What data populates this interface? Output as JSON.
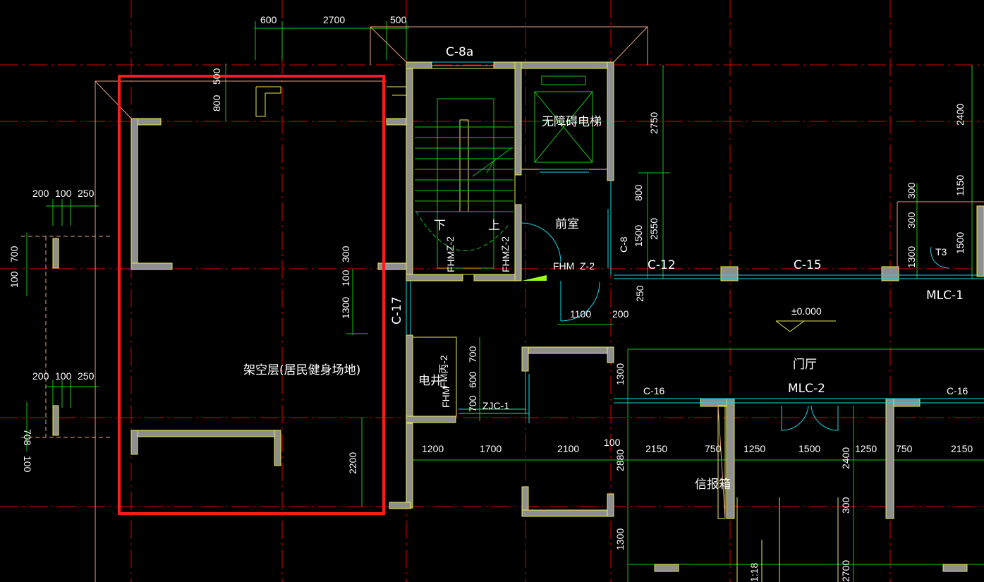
{
  "colors": {
    "background": "#000000",
    "axis": "#e00000",
    "wall": "#8f8f8f",
    "wall_edge": "#e8e85a",
    "dimension": "#17c317",
    "window": "#19d6e6",
    "roof": "#e6a08a",
    "highlight": "#ff1a1a"
  },
  "labels": {
    "window_c8a": "C-8a",
    "elevator": "无障碍电梯",
    "anteroom": "前室",
    "stair_down": "下",
    "stair_up": "上",
    "stair_z2_left": "Z-2",
    "stair_z2_right": "Z-2",
    "fhm_1": "FHM",
    "fhm_2": "FHM",
    "fhm_3": "FHM",
    "fhm_4": "FHM",
    "door_z2": "Z-2",
    "c8": "C-8",
    "c12": "C-12",
    "c15": "C-15",
    "c17": "C-17",
    "c16_left": "C-16",
    "c16_right": "C-16",
    "t3": "T3",
    "mlc1": "MLC-1",
    "mlc2": "MLC-2",
    "level": "±0.000",
    "hall": "门厅",
    "fitness_area": "架空层(居民健身场地)",
    "shaft": "电井",
    "fire_door": "FM丙-2",
    "zjc1": "ZJC-1",
    "mailbox": "信报箱",
    "ramp": "1:18"
  },
  "dimensions": {
    "top_600": "600",
    "top_2700": "2700",
    "top_500": "500",
    "d_500_v": "500",
    "d_800_a": "800",
    "d_200_a": "200",
    "d_100_a": "100",
    "d_250_a": "250",
    "d_700_a": "700",
    "d_100_b": "100",
    "d_200_b": "200",
    "d_100_c": "100",
    "d_250_b": "250",
    "d_708": "708",
    "d_100_d": "100",
    "d_300_a": "300",
    "d_100_e": "100",
    "d_1300_a": "1300",
    "d_2200": "2200",
    "d_2750": "2750",
    "d_800_b": "800",
    "d_2550": "2550",
    "d_1500_a": "1500",
    "d_250_c": "250",
    "d_1100": "1100",
    "d_200_c": "200",
    "d_2400_a": "2400",
    "d_1150": "1150",
    "d_300_b": "300",
    "d_300_c": "300",
    "d_1500_b": "1500",
    "d_1300_b": "1300",
    "d_700_b": "700",
    "d_600": "600",
    "d_700_c": "700",
    "d_1300_c": "1300",
    "b_1200": "1200",
    "b_1700": "1700",
    "b_2100": "2100",
    "b_100": "100",
    "b_2150_a": "2150",
    "b_750_a": "750",
    "b_1250_a": "1250",
    "b_1500": "1500",
    "b_1250_b": "1250",
    "b_750_b": "750",
    "b_2150_b": "2150",
    "d_2880": "2880",
    "d_2400_b": "2400",
    "d_300_d": "300",
    "d_1300_d": "1300",
    "d_2700": "2700"
  }
}
